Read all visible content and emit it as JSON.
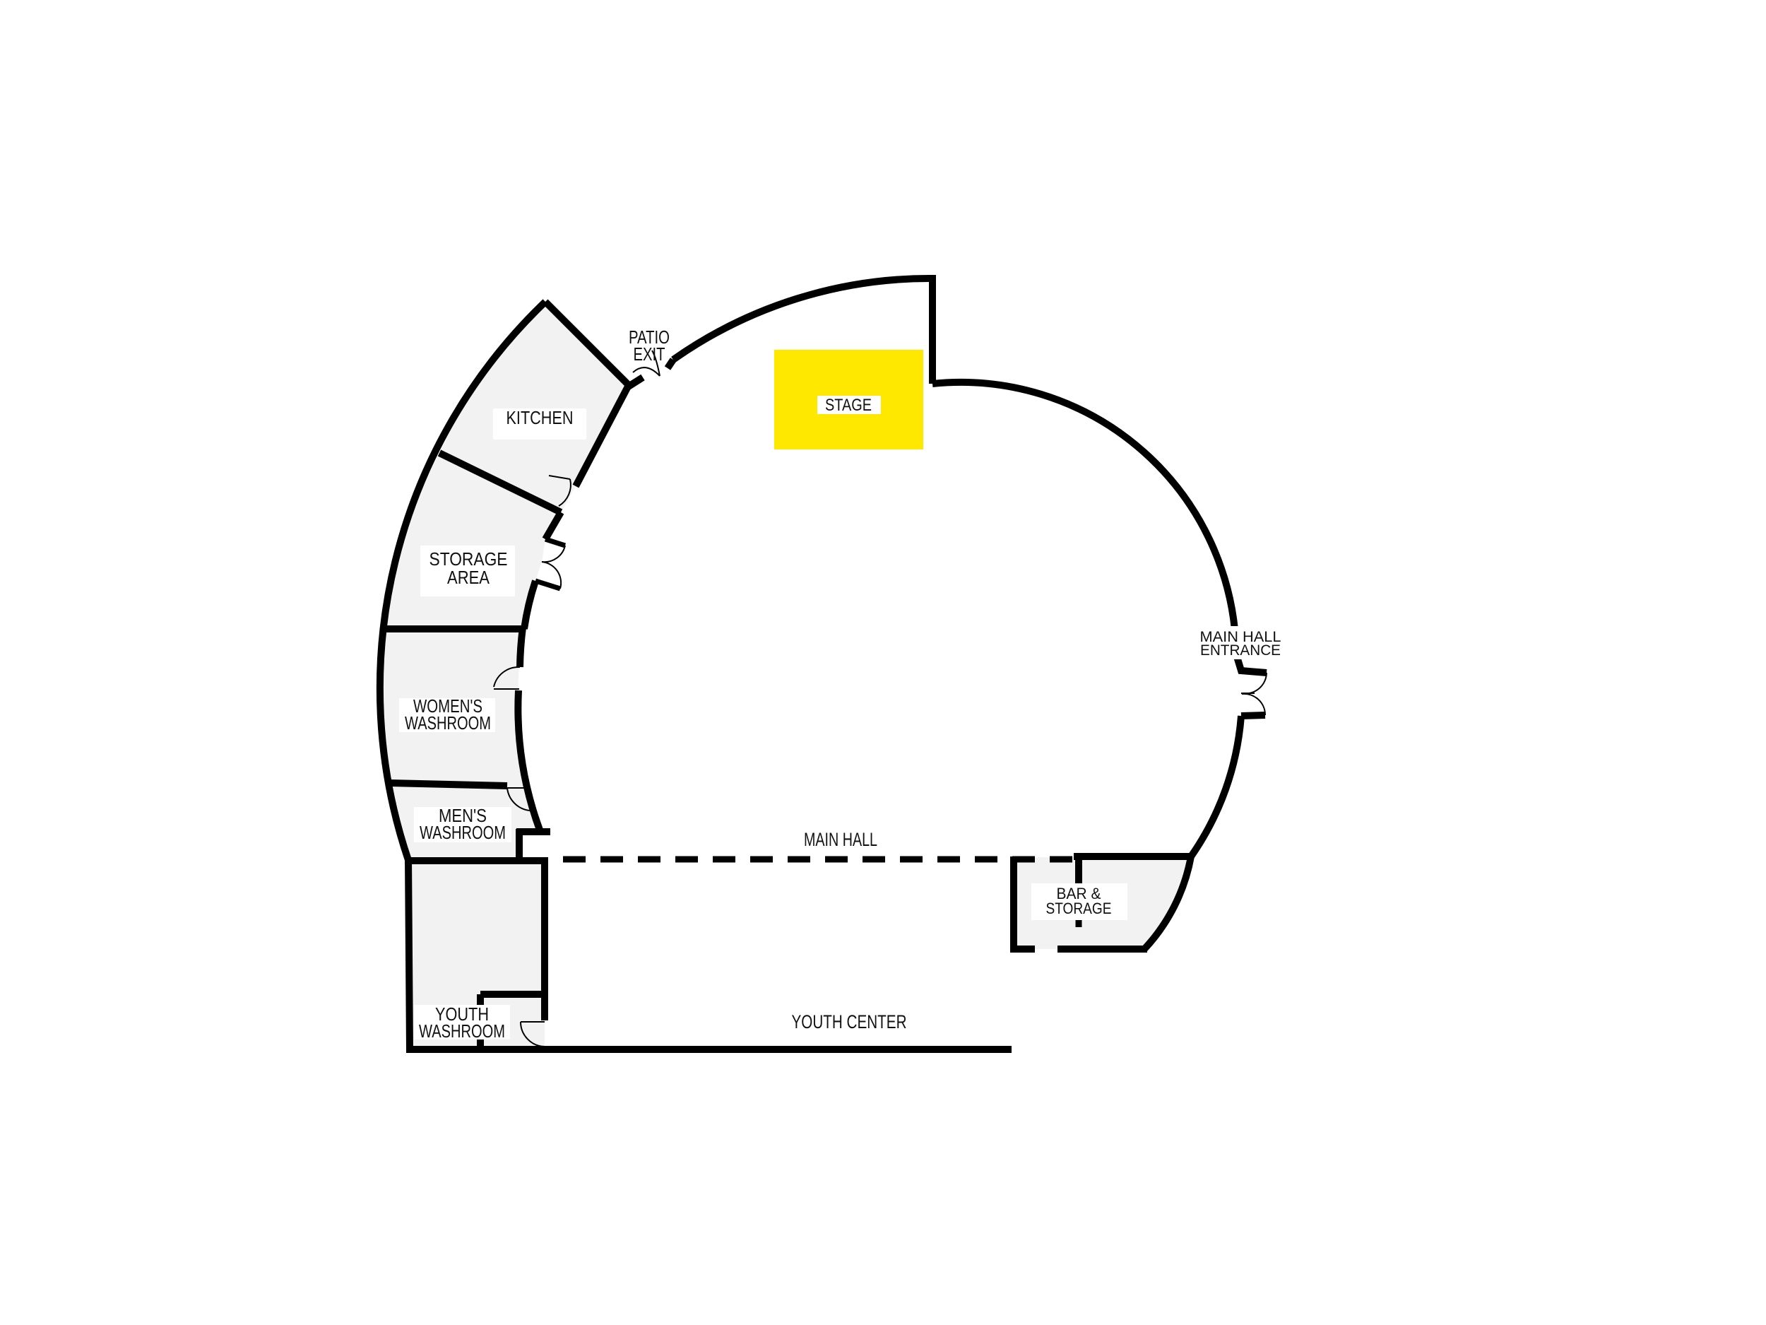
{
  "labels": {
    "patio_exit": {
      "line1": "PATIO",
      "line2": "EXIT"
    },
    "kitchen": {
      "text": "KITCHEN"
    },
    "storage_area": {
      "line1": "STORAGE",
      "line2": "AREA"
    },
    "womens_washroom": {
      "line1": "WOMEN'S",
      "line2": "WASHROOM"
    },
    "mens_washroom": {
      "line1": "MEN'S",
      "line2": "WASHROOM"
    },
    "youth_washroom": {
      "line1": "YOUTH",
      "line2": "WASHROOM"
    },
    "stage": {
      "text": "STAGE"
    },
    "main_hall": {
      "text": "MAIN HALL"
    },
    "main_hall_entrance": {
      "line1": "MAIN HALL",
      "line2": "ENTRANCE"
    },
    "bar_storage": {
      "line1": "BAR &",
      "line2": "STORAGE"
    },
    "youth_center": {
      "text": "YOUTH CENTER"
    }
  },
  "colors": {
    "stage_fill": "#FFE800",
    "room_fill": "#F2F2F2",
    "wall": "#000000"
  }
}
